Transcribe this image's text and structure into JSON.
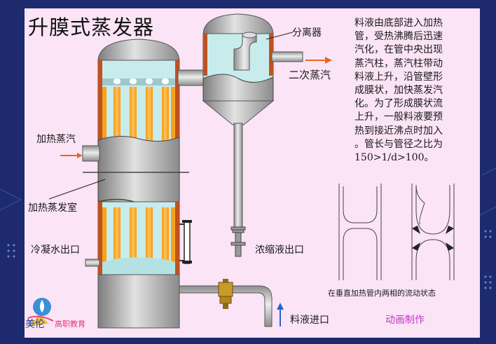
{
  "title": "升膜式蒸发器",
  "labels": {
    "separator": "分离器",
    "secondary_vapor": "二次蒸汽",
    "heating_steam": "加热蒸汽",
    "heating_chamber": "加热蒸发室",
    "condensate_outlet": "冷凝水出口",
    "concentrate_outlet": "浓缩液出口",
    "feed_inlet": "料液进口"
  },
  "description_lines": [
    "料液由底部进入加热",
    "管，受热沸腾后迅速",
    "汽化，在管中央出现",
    "蒸汽柱，蒸汽柱带动",
    "料液上升，沿管壁形",
    "成膜状，加快蒸发汽",
    "化。为了形成膜状流",
    "上升，一般料液要预",
    "热到接近沸点时加入",
    "。管长与管径之比为",
    "150>1/d>100。"
  ],
  "caption": "在垂直加热管内两相的流动状态",
  "animation_credit": "动画制作",
  "logo": {
    "text": "美伦",
    "text2": "高职教育"
  },
  "colors": {
    "slide_bg": "#fbe4f6",
    "page_bg": "#1d2a6e",
    "tube_orange": "#f7a21c",
    "liquid": "#c8ecec",
    "shell_gray": "#a9a9a9",
    "insulation": "#c0521f",
    "arrow_orange": "#e9671e",
    "arrow_blue": "#2a63c8"
  }
}
